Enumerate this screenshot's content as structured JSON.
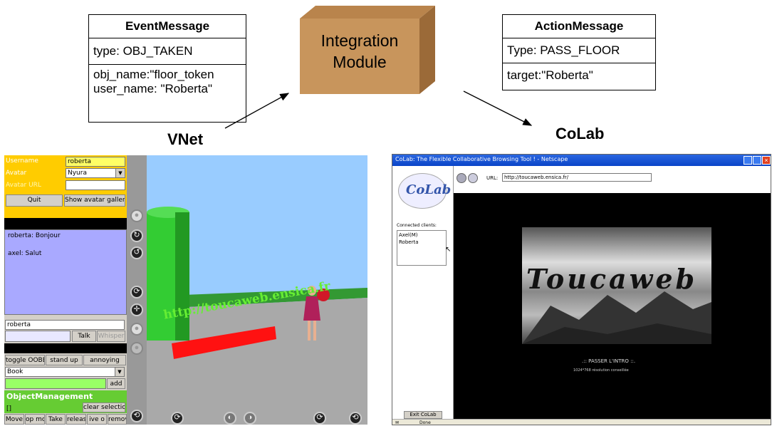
{
  "event_message": {
    "title": "EventMessage",
    "type": "type: OBJ_TAKEN",
    "obj_name": "obj_name:\"floor_token",
    "user_name": "user_name: \"Roberta\""
  },
  "integration_module": {
    "line1": "Integration",
    "line2": "Module"
  },
  "action_message": {
    "title": "ActionMessage",
    "type": "Type: PASS_FLOOR",
    "target": "target:\"Roberta\""
  },
  "labels": {
    "vnet": "VNet",
    "colab": "CoLab"
  },
  "vnet": {
    "username_label": "Username",
    "username_value": "roberta",
    "avatar_label": "Avatar",
    "avatar_value": "Nyura",
    "avatar_url_label": "Avatar URL",
    "quit": "Quit",
    "show_gallery": "Show avatar gallery",
    "chat": [
      "roberta:  Bonjour",
      "axel:  Salut"
    ],
    "chat_user": "roberta",
    "talk": "Talk",
    "whisper": "Whisper",
    "gestures": [
      "toggle OOBE",
      "stand up",
      "annoying"
    ],
    "book_value": "Book",
    "add": "add",
    "object_management": "ObjectManagement",
    "clear_selection": "clear selection",
    "bottom_buttons": [
      "Move",
      "op mo",
      "Take",
      "releas",
      "ive o",
      "remov"
    ],
    "scene_url_text": "http://toucaweb.ensica.fr"
  },
  "colab": {
    "window_title": "CoLab: The Flexible Collaborative Browsing Tool ! - Netscape",
    "logo": "CoLab",
    "url_label": "URL:",
    "url_value": "http://toucaweb.ensica.fr/",
    "connected_label": "Connected clients:",
    "clients": [
      "Axel(M)",
      "Roberta"
    ],
    "exit_button": "Exit CoLab",
    "page_title": "Toucaweb",
    "skip_intro": ".:: PASSER L'INTRO ::.",
    "footer_text": "1024*768 résolution conseillée",
    "status_text": "Done"
  },
  "colors": {
    "vnet_yellow": "#ffff00",
    "vnet_orange": "#ffcc00",
    "vnet_lavender": "#a9a9ff",
    "vnet_green": "#66cc33",
    "scene_sky": "#99ccff",
    "scene_floor": "#a9a9a9",
    "scene_grass": "#339933",
    "module_fill": "#c8955c"
  }
}
